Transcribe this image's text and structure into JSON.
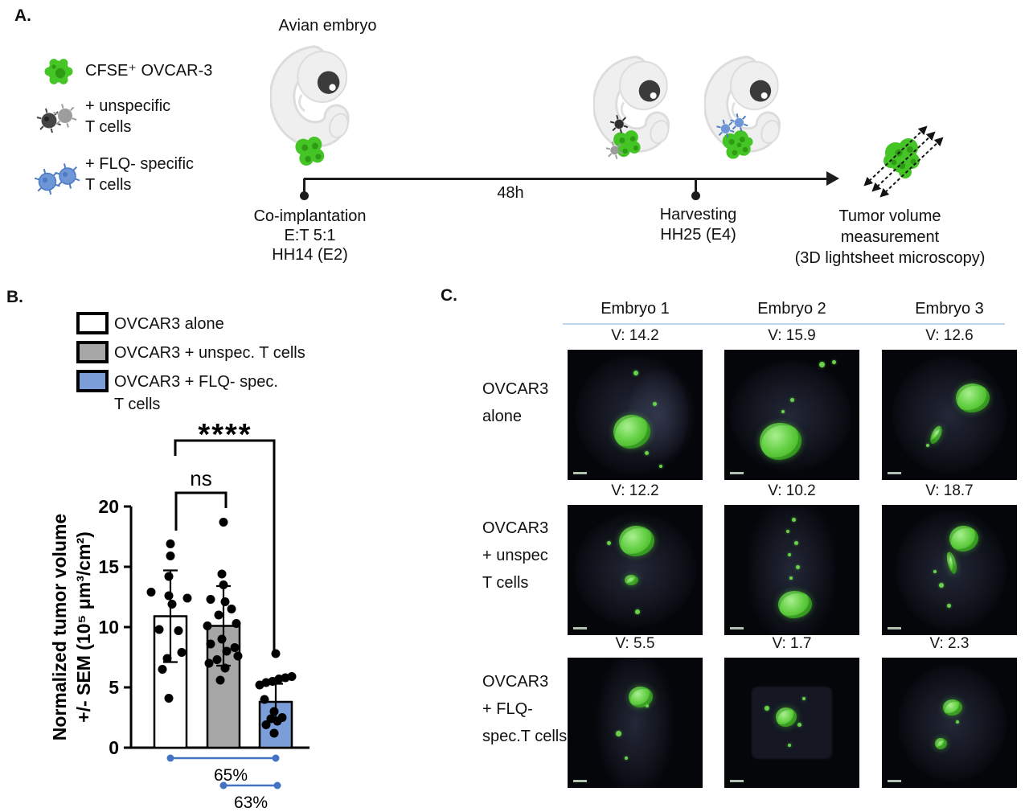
{
  "panelA": {
    "label": "A.",
    "embryo_title": "Avian embryo",
    "legend": [
      {
        "icon": "green-tumor-cell-icon",
        "label1": "CFSE⁺ OVCAR-3",
        "label2": ""
      },
      {
        "icon": "gray-t-cells-icon",
        "label1": "+ unspecific",
        "label2": "T cells"
      },
      {
        "icon": "blue-t-cells-icon",
        "label1": "+ FLQ- specific",
        "label2": "T cells"
      }
    ],
    "timeline": {
      "duration": "48h",
      "start_lines": [
        "Co-implantation",
        "E:T 5:1",
        "HH14 (E2)"
      ],
      "mid_lines": [
        "Harvesting",
        "HH25 (E4)"
      ],
      "end_lines": [
        "Tumor volume",
        "measurement",
        "(3D lightsheet microscopy)"
      ]
    }
  },
  "panelB": {
    "label": "B.",
    "legend": [
      {
        "label1": "OVCAR3 alone",
        "label2": "",
        "color": "#ffffff"
      },
      {
        "label1": "OVCAR3 + unspec. T cells",
        "label2": "",
        "color": "#a6a6a6"
      },
      {
        "label1": "OVCAR3 + FLQ- spec.",
        "label2": "T cells",
        "color": "#7b9dd8"
      }
    ]
  },
  "chart_data": {
    "type": "bar",
    "title": "",
    "xlabel": "",
    "ylabel_lines": [
      "Normalized tumor volume",
      "+/- SEM (10⁵ μm³/cm²)"
    ],
    "ylim": [
      0,
      20
    ],
    "yticks": [
      0,
      5,
      10,
      15,
      20
    ],
    "grid": false,
    "legend_position": "top-left",
    "categories": [
      "OVCAR3 alone",
      "OVCAR3 + unspec. T cells",
      "OVCAR3 + FLQ- spec. T cells"
    ],
    "bar_colors": [
      "#ffffff",
      "#a6a6a6",
      "#7b9dd8"
    ],
    "means": [
      10.9,
      10.1,
      3.8
    ],
    "sem": [
      3.8,
      3.3,
      1.5
    ],
    "points": [
      [
        16.9,
        15.9,
        14.2,
        12.9,
        12.6,
        12.4,
        11.9,
        9.8,
        9.7,
        7.9,
        7.4,
        6.5,
        4.1
      ],
      [
        18.7,
        14.4,
        13.5,
        12.3,
        12.1,
        11.5,
        11.0,
        10.3,
        10.1,
        9.0,
        8.6,
        8.3,
        8.0,
        7.6,
        7.3,
        7.0,
        6.6,
        5.6
      ],
      [
        7.8,
        5.9,
        5.8,
        5.7,
        5.5,
        5.4,
        5.2,
        4.0,
        3.0,
        2.5,
        2.4,
        2.2,
        1.9,
        1.2
      ]
    ],
    "annotations": [
      {
        "label": "****",
        "between": [
          0,
          2
        ]
      },
      {
        "label": "ns",
        "between": [
          0,
          1
        ]
      }
    ],
    "reductions": [
      {
        "label": "65%",
        "between": [
          0,
          2
        ]
      },
      {
        "label": "63%",
        "between": [
          1,
          2
        ]
      }
    ],
    "accent_blue": "#4472c4"
  },
  "panelC": {
    "label": "C.",
    "columns": [
      "Embryo 1",
      "Embryo 2",
      "Embryo 3"
    ],
    "underline_color": "#bdd7ee",
    "rows": [
      {
        "lines": [
          "OVCAR3",
          "alone",
          ""
        ],
        "volumes": [
          "V: 14.2",
          "V: 15.9",
          "V: 12.6"
        ]
      },
      {
        "lines": [
          "OVCAR3",
          "+ unspec",
          "T cells"
        ],
        "volumes": [
          "V: 12.2",
          "V: 10.2",
          "V: 18.7"
        ]
      },
      {
        "lines": [
          "OVCAR3",
          "+ FLQ-",
          "spec.T cells"
        ],
        "volumes": [
          "V: 5.5",
          "V: 1.7",
          "V: 2.3"
        ]
      }
    ]
  }
}
